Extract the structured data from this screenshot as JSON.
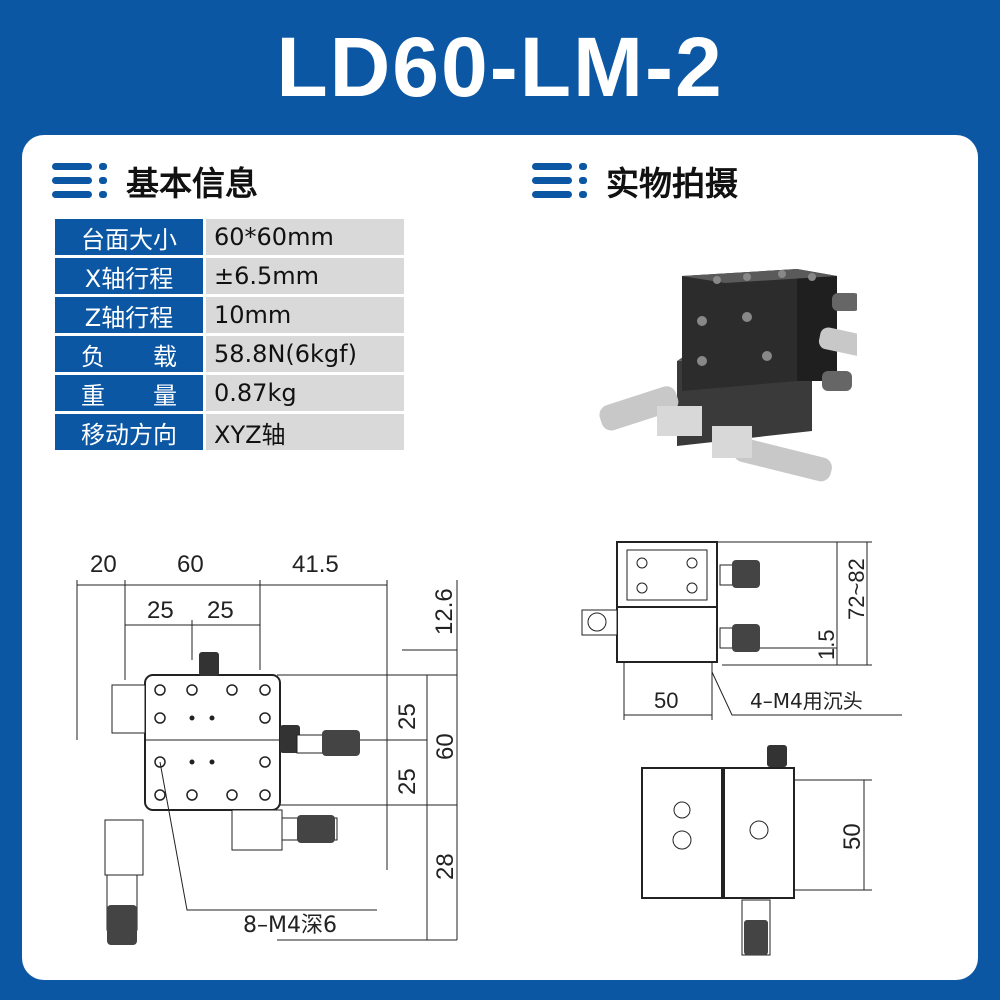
{
  "title": "LD60-LM-2",
  "sections": {
    "basic_info": "基本信息",
    "photo": "实物拍摄"
  },
  "specs": [
    {
      "label": "台面大小",
      "value": "60*60mm"
    },
    {
      "label": "X轴行程",
      "value": "±6.5mm"
    },
    {
      "label": "Z轴行程",
      "value": "10mm"
    },
    {
      "label": "负　　载",
      "value": "58.8N(6kgf)"
    },
    {
      "label": "重　　量",
      "value": "0.87kg"
    },
    {
      "label": "移动方向",
      "value": "XYZ轴"
    }
  ],
  "drawing_top": {
    "dim_20": "20",
    "dim_60": "60",
    "dim_41_5": "41.5",
    "dim_25a": "25",
    "dim_25b": "25",
    "dim_12_6": "12.6",
    "dim_25c": "25",
    "dim_60v": "60",
    "dim_25d": "25",
    "dim_28": "28",
    "callout_holes": "8–M4深6"
  },
  "drawing_side": {
    "dim_72_82": "72~82",
    "dim_1_5": "1.5",
    "dim_50": "50",
    "callout_counter": "4–M4用沉头"
  },
  "drawing_bottom": {
    "dim_50v": "50"
  },
  "colors": {
    "brand": "#0b57a4",
    "cell_gray": "#d9d9d9"
  }
}
